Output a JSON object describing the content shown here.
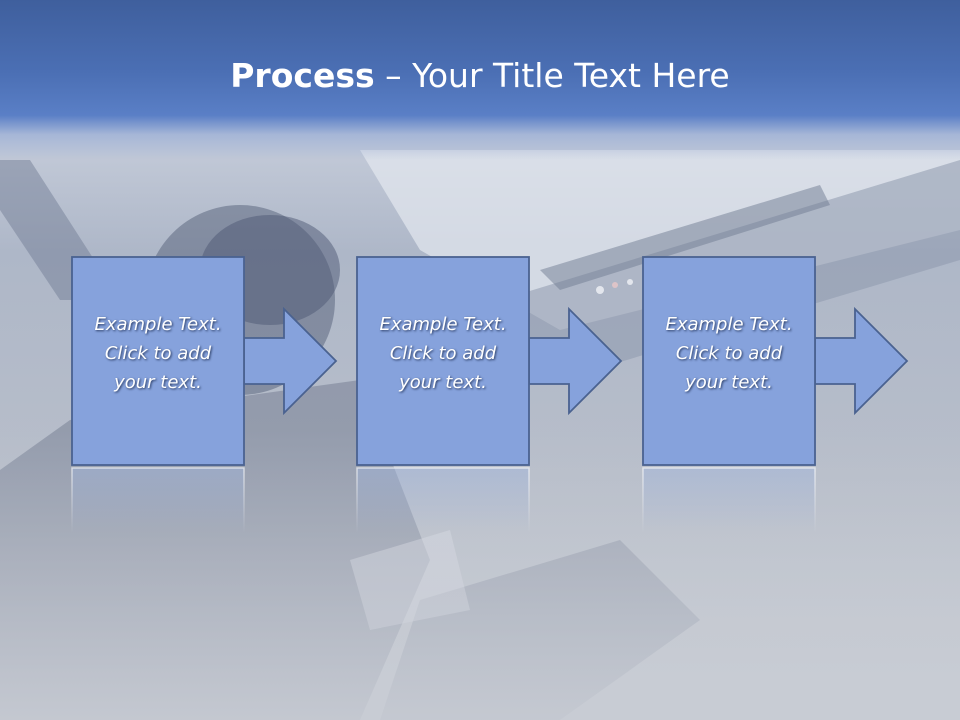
{
  "slide": {
    "title_bold": "Process",
    "title_rest": " – Your Title Text Here",
    "steps": [
      {
        "text": "Example Text.\nClick  to add\nyour text."
      },
      {
        "text": "Example Text.\nClick  to add\nyour text."
      },
      {
        "text": "Example Text.\nClick  to add\nyour text."
      }
    ]
  },
  "colors": {
    "header": "#4b6fb4",
    "box_fill": "#86a2dc",
    "box_stroke": "#4a6290",
    "text": "#ffffff"
  }
}
